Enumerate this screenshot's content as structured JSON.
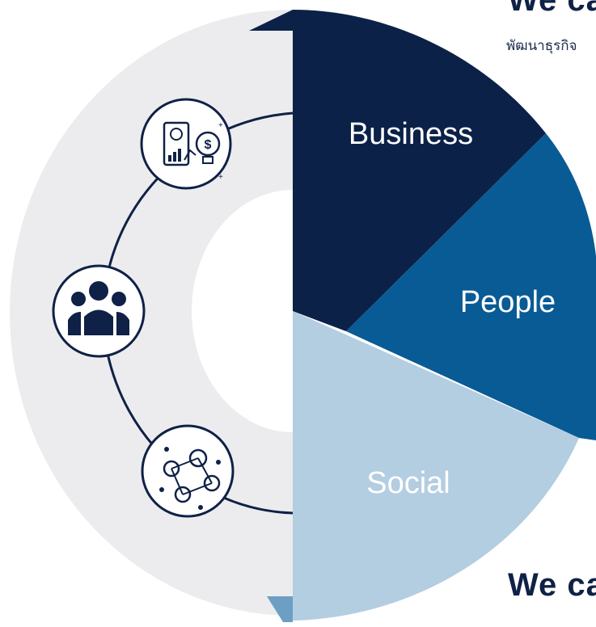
{
  "diagram": {
    "segments": [
      {
        "label": "Business",
        "color": "#0c2148"
      },
      {
        "label": "People",
        "color": "#095b95"
      },
      {
        "label": "Social",
        "color": "#b3cde1"
      }
    ],
    "icons": [
      "money-growth-icon",
      "people-group-icon",
      "social-network-icon"
    ],
    "colors": {
      "ring": "#ececee",
      "dark_navy": "#0f2146",
      "line": "#0f2146"
    }
  },
  "headings": {
    "top": "We ca",
    "top_sub": "พัฒนาธุรกิจ",
    "bottom": "We ca"
  }
}
